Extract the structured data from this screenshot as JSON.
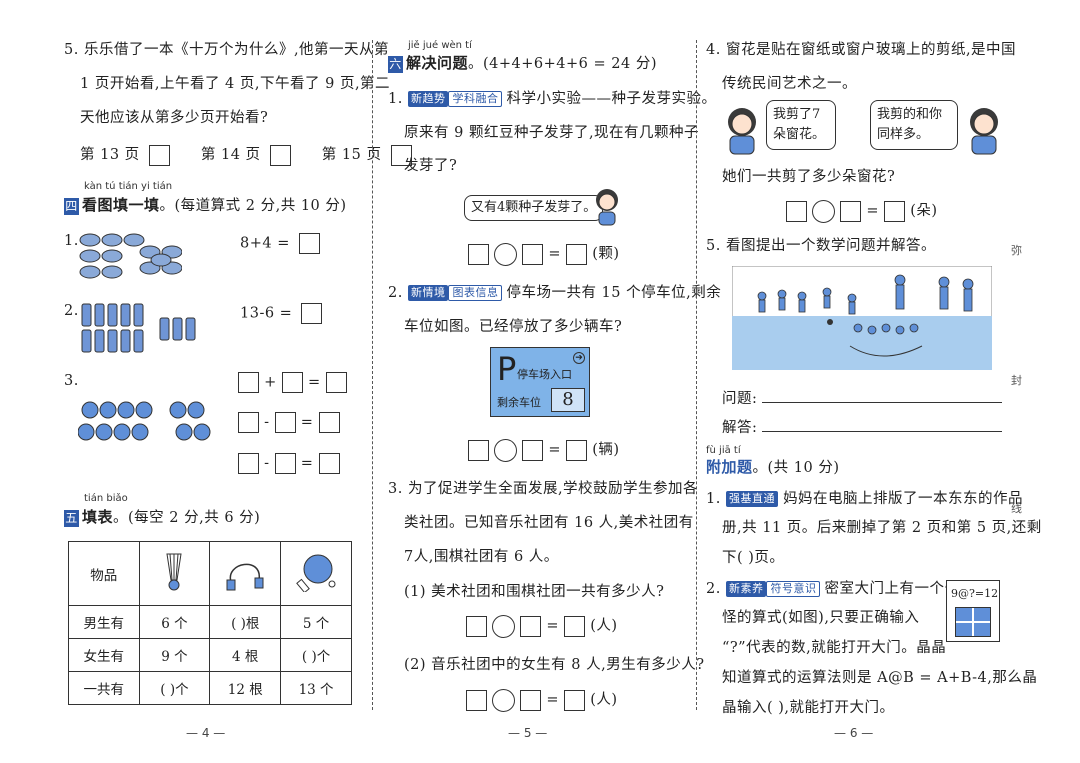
{
  "col1": {
    "q5": {
      "line1": "5. 乐乐借了一本《十万个为什么》,他第一天从第",
      "line2": "1 页开始看,上午看了 4 页,下午看了 9 页,第二",
      "line3": "天他应该从第多少页开始看?",
      "opt1": "第 13 页",
      "opt2": "第 14 页",
      "opt3": "第 15 页"
    },
    "sec4": {
      "pinyin": "kàn tú tián yi tián",
      "num": "四",
      "title": "看图填一填",
      "note": "。(每道算式 2 分,共 10 分)",
      "q1_label": "1.",
      "q1_expr": "8+4 =",
      "q2_label": "2.",
      "q2_expr": "13-6 =",
      "q3_label": "3.",
      "plus": "+",
      "minus": "-",
      "eq": "="
    },
    "sec5": {
      "pinyin": "tián biǎo",
      "num": "五",
      "title": "填表",
      "note": "。(每空 2 分,共 6 分)",
      "table": {
        "header": [
          "物品",
          "",
          "",
          ""
        ],
        "rows": [
          [
            "男生有",
            "6 个",
            "(    )根",
            "5 个"
          ],
          [
            "女生有",
            "9 个",
            "4 根",
            "(    )个"
          ],
          [
            "一共有",
            "(    )个",
            "12 根",
            "13 个"
          ]
        ]
      }
    },
    "page": "— 4 —"
  },
  "col2": {
    "sec6": {
      "pinyin": "jiě jué wèn tí",
      "num": "六",
      "title": "解决问题",
      "note": "。(4+4+6+4+6 = 24 分)"
    },
    "q1": {
      "label": "1.",
      "badge1": "新趋势",
      "badge2": "学科融合",
      "line1": "科学小实验——种子发芽实验。",
      "line2": "原来有 9 颗红豆种子发芽了,现在有几颗种子",
      "line3": "发芽了?",
      "bubble": "又有4颗种子发芽了。",
      "unit": "(颗)"
    },
    "q2": {
      "label": "2.",
      "badge1": "新情境",
      "badge2": "图表信息",
      "line1": "停车场一共有 15 个停车位,剩余",
      "line2": "车位如图。已经停放了多少辆车?",
      "sign_p": "P",
      "sign_entry": "停车场入口",
      "sign_remain": "剩余车位",
      "sign_num": "8",
      "unit": "(辆)"
    },
    "q3": {
      "line1": "3. 为了促进学生全面发展,学校鼓励学生参加各",
      "line2": "类社团。已知音乐社团有 16 人,美术社团有",
      "line3": "7人,围棋社团有 6 人。",
      "sub1": "(1) 美术社团和围棋社团一共有多少人?",
      "sub2": "(2) 音乐社团中的女生有 8 人,男生有多少人?",
      "unit": "(人)"
    },
    "eq": "=",
    "page": "— 5 —"
  },
  "col3": {
    "q4": {
      "line1": "4. 窗花是贴在窗纸或窗户玻璃上的剪纸,是中国",
      "line2": "传统民间艺术之一。",
      "bubble_left": "我剪了7朵窗花。",
      "bubble_right": "我剪的和你同样多。",
      "question": "她们一共剪了多少朵窗花?",
      "unit": "(朵)"
    },
    "q5": {
      "line1": "5. 看图提出一个数学问题并解答。",
      "question_label": "问题:",
      "answer_label": "解答:"
    },
    "extra": {
      "pinyin": "fù jiā tí",
      "title": "附加题",
      "note": "。(共 10 分)"
    },
    "e1": {
      "label": "1.",
      "badge": "强基直通",
      "line1": "妈妈在电脑上排版了一本东东的作品",
      "line2": "册,共 11 页。后来删掉了第 2 页和第 5 页,还剩",
      "line3": "下(    )页。"
    },
    "e2": {
      "label": "2.",
      "badge1": "新素养",
      "badge2": "符号意识",
      "line1": "密室大门上有一个奇",
      "line2": "怪的算式(如图),只要正确输入",
      "line3": "“?”代表的数,就能打开大门。晶晶",
      "line4": "知道算式的运算法则是 A@B = A+B-4,那么晶",
      "line5": "晶输入(    ),就能打开大门。",
      "door_text": "9@?=12"
    },
    "eq": "=",
    "page": "— 6 —"
  },
  "side": [
    "弥",
    "封",
    "线"
  ]
}
